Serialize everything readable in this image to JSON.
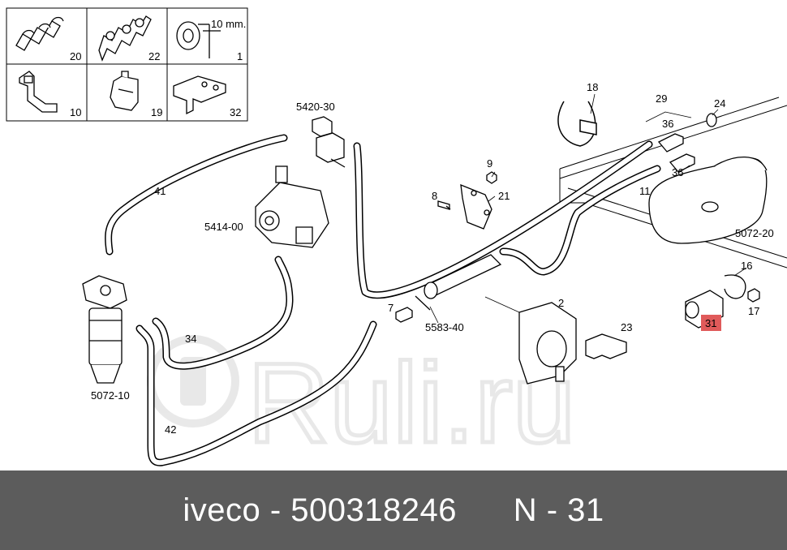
{
  "footer": {
    "text": "iveco - 500318246      N - 31"
  },
  "watermark": {
    "text": "Ruli.ru"
  },
  "highlight_color": "#e05a5a",
  "inset_boxes": [
    {
      "num": "20"
    },
    {
      "num": "22"
    },
    {
      "num": "1",
      "note": "10 mm."
    },
    {
      "num": "10"
    },
    {
      "num": "19"
    },
    {
      "num": "32"
    }
  ],
  "part_labels": {
    "p5420_30": "5420-30",
    "p41": "41",
    "p5414_00": "5414-00",
    "p18": "18",
    "p29": "29",
    "p24": "24",
    "p36a": "36",
    "p36b": "36",
    "p9": "9",
    "p8": "8",
    "p21": "21",
    "p11": "11",
    "p5072_20": "5072-20",
    "p16": "16",
    "p17": "17",
    "p31": "31",
    "p2": "2",
    "p7": "7",
    "p5583_40": "5583-40",
    "p23": "23",
    "p34": "34",
    "p5072_10": "5072-10",
    "p42": "42"
  }
}
